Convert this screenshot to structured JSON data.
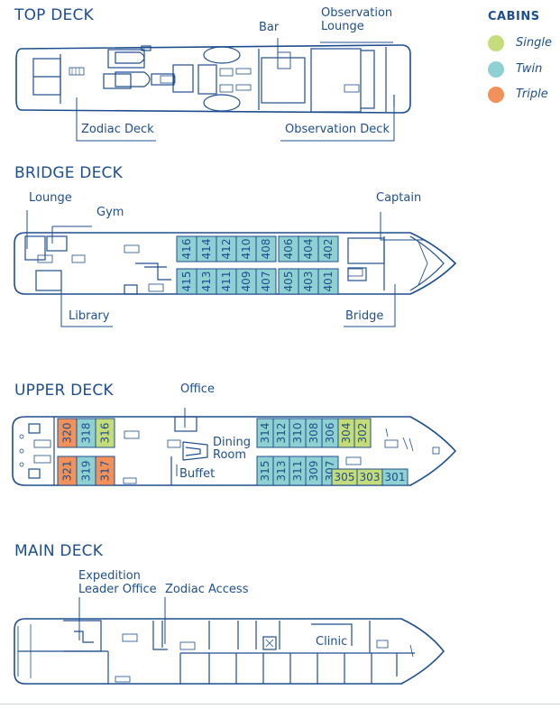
{
  "legend": {
    "title": "CABINS",
    "items": [
      {
        "label": "Single",
        "color": "#c5dc7a"
      },
      {
        "label": "Twin",
        "color": "#8fd1d2"
      },
      {
        "label": "Triple",
        "color": "#f2915a"
      }
    ]
  },
  "colors": {
    "outline": "#1e4e8f",
    "single": "#c5dc7a",
    "twin": "#8fd1d2",
    "triple": "#f2915a",
    "hull_fill": "#ffffff"
  },
  "decks": {
    "top": {
      "title": "TOP DECK",
      "labels": {
        "bar": "Bar",
        "observation_lounge_1": "Observation",
        "observation_lounge_2": "Lounge",
        "zodiac_deck": "Zodiac Deck",
        "observation_deck": "Observation Deck"
      }
    },
    "bridge": {
      "title": "BRIDGE DECK",
      "labels": {
        "lounge": "Lounge",
        "gym": "Gym",
        "captain": "Captain",
        "library": "Library",
        "bridge": "Bridge"
      },
      "cabins_top": [
        "416",
        "414",
        "412",
        "410",
        "408",
        "406",
        "404",
        "402"
      ],
      "cabins_bottom": [
        "415",
        "413",
        "411",
        "409",
        "407",
        "405",
        "403",
        "401"
      ]
    },
    "upper": {
      "title": "UPPER DECK",
      "labels": {
        "office": "Office",
        "dining_1": "Dining",
        "dining_2": "Room",
        "buffet": "Buffet"
      },
      "cabins_aft_top": [
        {
          "num": "320",
          "type": "triple"
        },
        {
          "num": "318",
          "type": "twin"
        },
        {
          "num": "316",
          "type": "single"
        }
      ],
      "cabins_aft_bottom": [
        {
          "num": "321",
          "type": "triple"
        },
        {
          "num": "319",
          "type": "twin"
        },
        {
          "num": "317",
          "type": "triple"
        }
      ],
      "cabins_fwd_top": [
        {
          "num": "314",
          "type": "twin"
        },
        {
          "num": "312",
          "type": "twin"
        },
        {
          "num": "310",
          "type": "twin"
        },
        {
          "num": "308",
          "type": "twin"
        },
        {
          "num": "306",
          "type": "twin"
        },
        {
          "num": "304",
          "type": "single"
        },
        {
          "num": "302",
          "type": "single"
        }
      ],
      "cabins_fwd_bottom": [
        {
          "num": "315",
          "type": "twin"
        },
        {
          "num": "313",
          "type": "twin"
        },
        {
          "num": "311",
          "type": "twin"
        },
        {
          "num": "309",
          "type": "twin"
        },
        {
          "num": "307",
          "type": "twin"
        }
      ],
      "cabins_fwd_bottom_h": [
        {
          "num": "305",
          "type": "single"
        },
        {
          "num": "303",
          "type": "single"
        },
        {
          "num": "301",
          "type": "twin"
        }
      ]
    },
    "main": {
      "title": "MAIN DECK",
      "labels": {
        "expedition_1": "Expedition",
        "expedition_2": "Leader Office",
        "zodiac_access": "Zodiac Access",
        "clinic": "Clinic"
      }
    }
  }
}
